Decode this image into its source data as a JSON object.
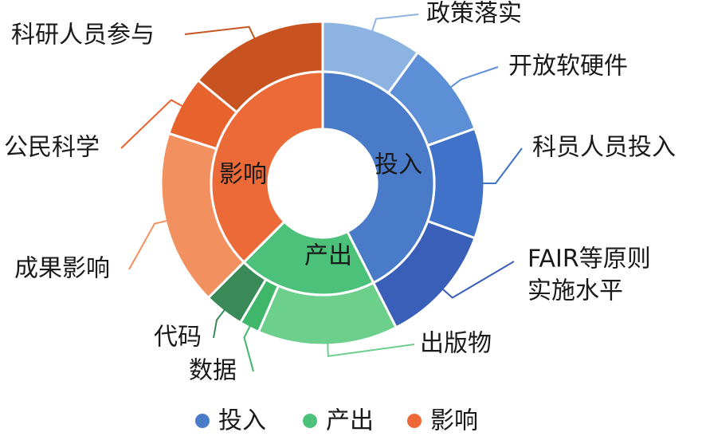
{
  "chart_data": {
    "type": "pie",
    "subtype": "nested-donut",
    "legend_position": "bottom",
    "categories": [
      {
        "name": "投入",
        "color": "#4a7bc9",
        "value": 42.5
      },
      {
        "name": "产出",
        "color": "#4cc17a",
        "value": 20.0
      },
      {
        "name": "影响",
        "color": "#ec6a37",
        "value": 37.5
      }
    ],
    "outer_series": [
      {
        "name": "政策落实",
        "parent": "投入",
        "color": "#8db3e2",
        "value": 10.0
      },
      {
        "name": "开放软硬件",
        "parent": "投入",
        "color": "#5d8fd6",
        "value": 9.5
      },
      {
        "name": "科员人员投入",
        "parent": "投入",
        "color": "#3f72c8",
        "value": 11.0
      },
      {
        "name": "FAIR等原则实施水平",
        "label_lines": [
          "FAIR等原则",
          "实施水平"
        ],
        "parent": "投入",
        "color": "#3a5fb9",
        "value": 12.0
      },
      {
        "name": "出版物",
        "parent": "产出",
        "color": "#6ccf8c",
        "value": 14.0
      },
      {
        "name": "数据",
        "parent": "产出",
        "color": "#3fb669",
        "value": 2.0
      },
      {
        "name": "代码",
        "parent": "产出",
        "color": "#3a8a58",
        "value": 4.0
      },
      {
        "name": "成果影响",
        "parent": "影响",
        "color": "#f3905f",
        "value": 17.5
      },
      {
        "name": "公民科学",
        "parent": "影响",
        "color": "#e8622d",
        "value": 6.0
      },
      {
        "name": "科研人员参与",
        "parent": "影响",
        "color": "#c85320",
        "value": 14.0
      }
    ],
    "legend": [
      {
        "label": "投入",
        "color": "#4a7bc9"
      },
      {
        "label": "产出",
        "color": "#4cc17a"
      },
      {
        "label": "影响",
        "color": "#ec6a37"
      }
    ]
  }
}
